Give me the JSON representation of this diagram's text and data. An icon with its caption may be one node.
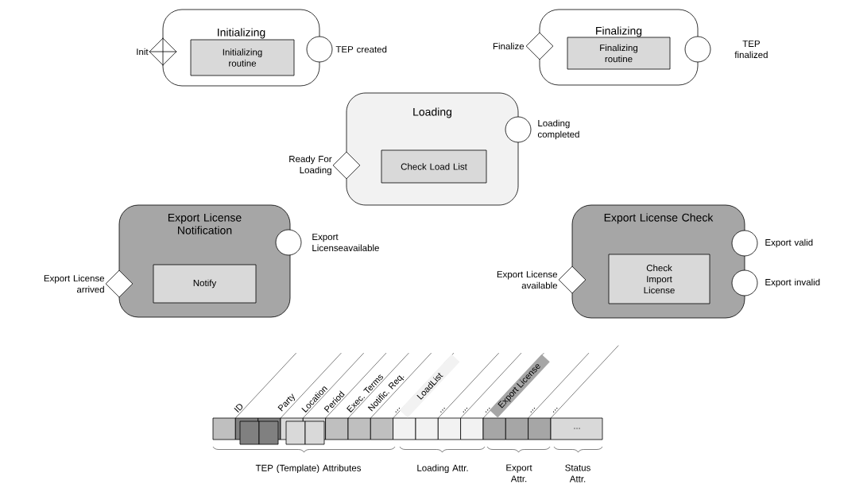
{
  "diagram": {
    "nodes": [
      {
        "text": [
          "Initializing"
        ]
      },
      {
        "text": [
          "Initializing routine"
        ],
        "in": 0
      },
      {
        "text": [],
        "shape": "diamond",
        "beside": [
          "Init"
        ]
      },
      {
        "text": [],
        "shape": "circle",
        "beside": [
          "TEP created"
        ]
      },
      {
        "text": [
          "Finalizing"
        ]
      },
      {
        "text": [
          "Finalizing routine"
        ],
        "in": 4
      },
      {
        "text": [],
        "shape": "diamond",
        "beside": [
          "Finalize"
        ]
      },
      {
        "text": [],
        "shape": "circle",
        "beside": [
          "TEP finalized"
        ]
      },
      {
        "text": [
          "Loading"
        ]
      },
      {
        "text": [
          "Check Load List"
        ],
        "in": 8
      },
      {
        "text": [],
        "shape": "diamond",
        "beside": [
          "Ready For Loading"
        ]
      },
      {
        "text": [],
        "shape": "circle",
        "beside": [
          "Loading completed"
        ]
      },
      {
        "text": [
          "Export License Notification"
        ]
      },
      {
        "text": [
          "Notify"
        ],
        "in": 12
      },
      {
        "text": [],
        "shape": "diamond",
        "beside": [
          "Export License arrived"
        ]
      },
      {
        "text": [],
        "shape": "circle",
        "beside": [
          "Export Licenseavailable"
        ]
      },
      {
        "text": [
          "Export License Check"
        ]
      },
      {
        "text": [
          "Check Import License"
        ],
        "in": 16
      },
      {
        "text": [],
        "shape": "diamond",
        "beside": [
          "Export License available"
        ]
      },
      {
        "text": [],
        "shape": "circle",
        "beside": [
          "Export valid"
        ]
      },
      {
        "text": [],
        "shape": "circle",
        "beside": [
          "Export invalid"
        ]
      }
    ],
    "labels": [
      "ID",
      "Party",
      "Location",
      "Period",
      "Exec. Terms",
      "Notific. Req.",
      "...",
      "LoadList",
      "...",
      "...",
      "...",
      "Export License",
      "...",
      "...",
      "...",
      "TEP (Template) Attributes",
      "Loading Attr.",
      "Export Attr.",
      "Status Attr."
    ]
  }
}
